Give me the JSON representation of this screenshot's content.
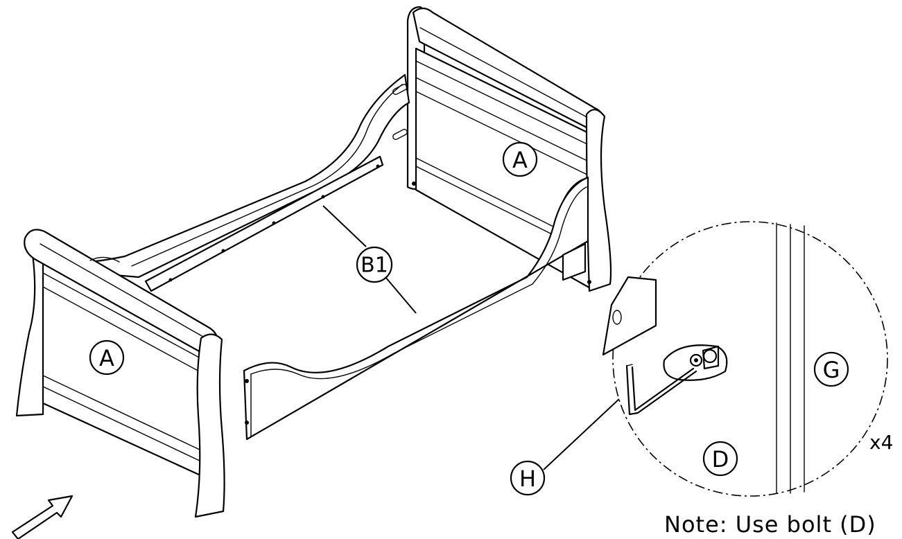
{
  "part_labels": {
    "headboard": "A",
    "footboard": "A",
    "side_rail": "B1",
    "bolt": "D",
    "barrel_nut": "G",
    "allen_key": "H"
  },
  "quantity_label": "x4",
  "note_text": "Note: Use bolt (D)"
}
